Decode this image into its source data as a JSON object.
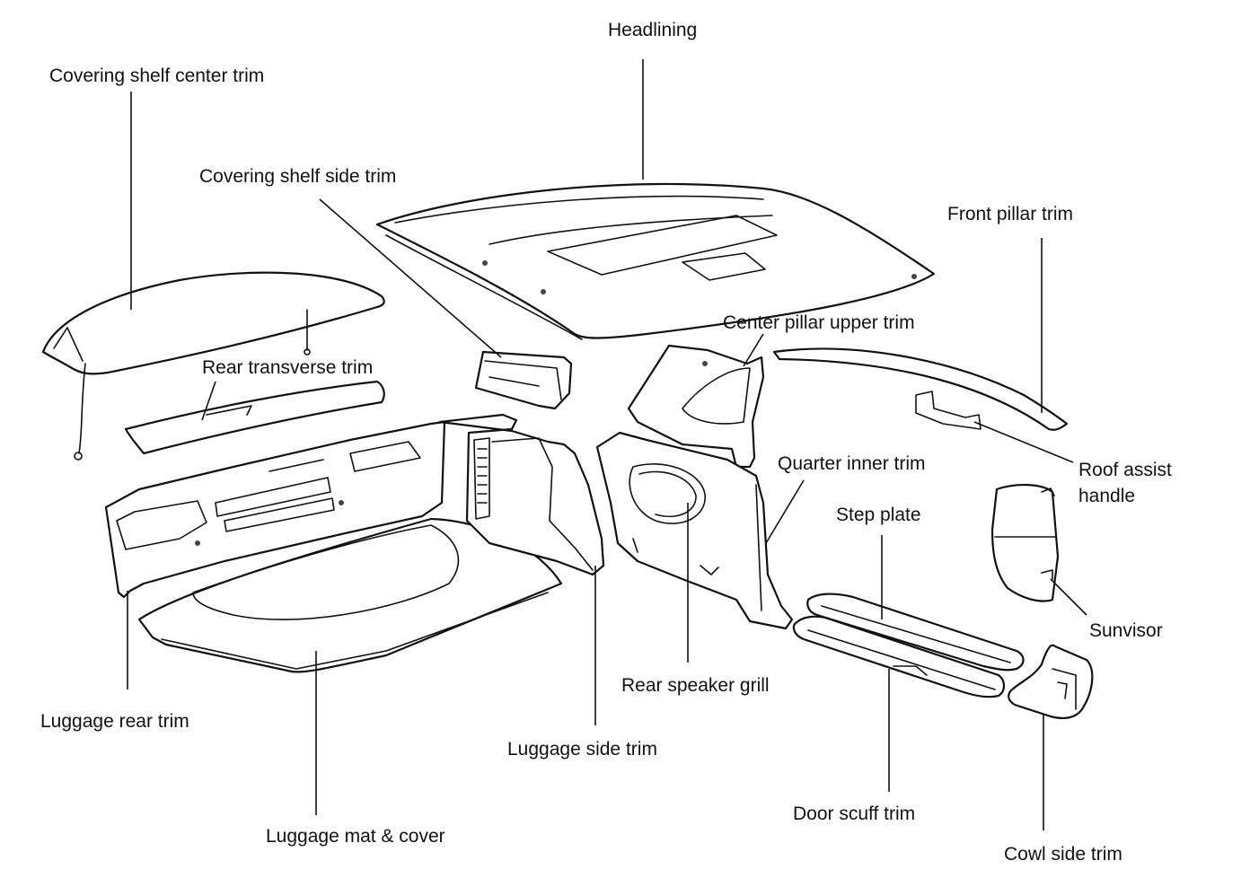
{
  "labels": {
    "headlining": "Headlining",
    "covering_shelf_center_trim": "Covering shelf center trim",
    "covering_shelf_side_trim": "Covering shelf side trim",
    "front_pillar_trim": "Front pillar trim",
    "center_pillar_upper_trim": "Center pillar upper trim",
    "rear_transverse_trim": "Rear transverse trim",
    "quarter_inner_trim": "Quarter inner trim",
    "roof_assist_handle_line1": "Roof assist",
    "roof_assist_handle_line2": "handle",
    "step_plate": "Step plate",
    "sunvisor": "Sunvisor",
    "rear_speaker_grill": "Rear speaker grill",
    "luggage_rear_trim": "Luggage rear trim",
    "luggage_side_trim": "Luggage side trim",
    "door_scuff_trim": "Door scuff trim",
    "luggage_mat_cover": "Luggage mat & cover",
    "cowl_side_trim": "Cowl side trim"
  }
}
